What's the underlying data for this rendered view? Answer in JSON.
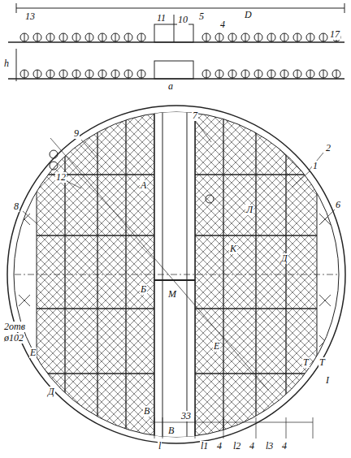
{
  "diagram": {
    "labels": [
      "D",
      "13",
      "11",
      "10",
      "5",
      "4",
      "17",
      "h",
      "a",
      "7",
      "9",
      "12",
      "2",
      "1",
      "8",
      "6",
      "А",
      "Б",
      "В",
      "В",
      "Д",
      "Д",
      "Е",
      "Е",
      "Т",
      "Т",
      "I",
      "2отв",
      "ø102",
      "33",
      "l",
      "l1",
      "4",
      "l2",
      "4",
      "l3",
      "4",
      "М",
      "К",
      "Л"
    ]
  }
}
